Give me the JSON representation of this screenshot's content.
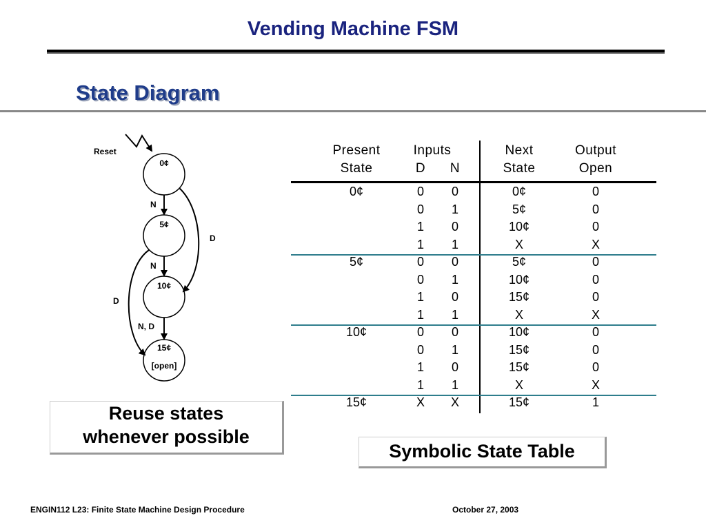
{
  "slide": {
    "title": "Vending Machine FSM",
    "subtitle": "State Diagram",
    "reuse_note_line1": "Reuse states",
    "reuse_note_line2": "whenever possible",
    "table_caption": "Symbolic State Table"
  },
  "diagram": {
    "reset_label": "Reset",
    "states": [
      {
        "label": "0¢"
      },
      {
        "label": "5¢"
      },
      {
        "label": "10¢"
      },
      {
        "label": "15¢",
        "sub": "[open]"
      }
    ],
    "edge_labels": {
      "n1": "N",
      "n2": "N",
      "nd": "N, D",
      "d_right": "D",
      "d_left": "D"
    }
  },
  "table": {
    "headers": {
      "present_1": "Present",
      "present_2": "State",
      "inputs_1": "Inputs",
      "inputs_d": "D",
      "inputs_n": "N",
      "next_1": "Next",
      "next_2": "State",
      "output_1": "Output",
      "output_2": "Open"
    },
    "rows": [
      {
        "ps": "0¢",
        "d": "0",
        "n": "0",
        "ns": "0¢",
        "open": "0"
      },
      {
        "ps": "",
        "d": "0",
        "n": "1",
        "ns": "5¢",
        "open": "0"
      },
      {
        "ps": "",
        "d": "1",
        "n": "0",
        "ns": "10¢",
        "open": "0"
      },
      {
        "ps": "",
        "d": "1",
        "n": "1",
        "ns": "X",
        "open": "X"
      },
      {
        "ps": "5¢",
        "d": "0",
        "n": "0",
        "ns": "5¢",
        "open": "0"
      },
      {
        "ps": "",
        "d": "0",
        "n": "1",
        "ns": "10¢",
        "open": "0"
      },
      {
        "ps": "",
        "d": "1",
        "n": "0",
        "ns": "15¢",
        "open": "0"
      },
      {
        "ps": "",
        "d": "1",
        "n": "1",
        "ns": "X",
        "open": "X"
      },
      {
        "ps": "10¢",
        "d": "0",
        "n": "0",
        "ns": "10¢",
        "open": "0"
      },
      {
        "ps": "",
        "d": "0",
        "n": "1",
        "ns": "15¢",
        "open": "0"
      },
      {
        "ps": "",
        "d": "1",
        "n": "0",
        "ns": "15¢",
        "open": "0"
      },
      {
        "ps": "",
        "d": "1",
        "n": "1",
        "ns": "X",
        "open": "X"
      },
      {
        "ps": "15¢",
        "d": "X",
        "n": "X",
        "ns": "15¢",
        "open": "1"
      }
    ]
  },
  "footer": {
    "left": "ENGIN112  L23: Finite State Machine Design Procedure",
    "right": "October 27, 2003"
  },
  "colors": {
    "title": "#1a237e",
    "subtitle": "#1f3c8a",
    "group_rule": "#2e7d8c"
  }
}
